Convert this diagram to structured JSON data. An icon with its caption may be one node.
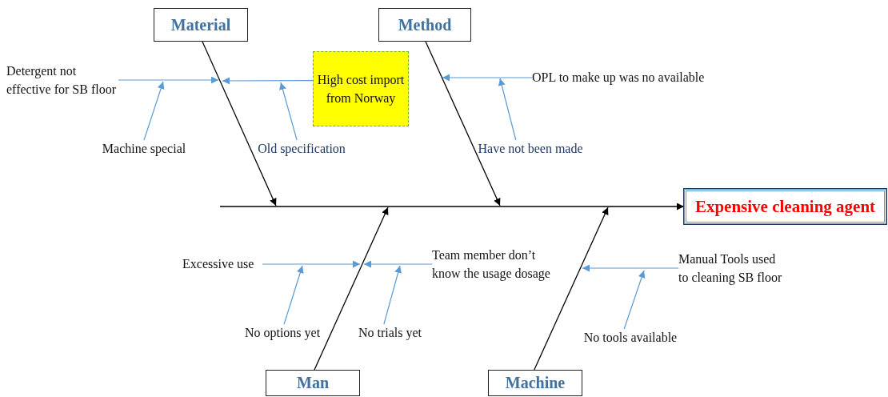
{
  "diagram": {
    "nodes": [
      {
        "text": [
          "Material"
        ]
      },
      {
        "text": [
          "Method"
        ]
      },
      {
        "text": [
          "Detergent not effective for SB floor"
        ]
      },
      {
        "text": [
          "High cost import from Norway"
        ]
      },
      {
        "text": [
          "OPL to make up was no available"
        ]
      },
      {
        "text": [
          "Machine special"
        ]
      },
      {
        "text": [
          "Old specification"
        ]
      },
      {
        "text": [
          "Have not been made"
        ]
      },
      {
        "text": [
          "Expensive cleaning agent"
        ]
      },
      {
        "text": [
          "Excessive use"
        ]
      },
      {
        "text": [
          "Team member don’t know the usage dosage"
        ]
      },
      {
        "text": [
          "Manual Tools used to cleaning SB floor"
        ]
      },
      {
        "text": [
          "No options yet"
        ]
      },
      {
        "text": [
          "No trials yet"
        ]
      },
      {
        "text": [
          "No tools available"
        ]
      },
      {
        "text": [
          "Man"
        ]
      },
      {
        "text": [
          "Machine"
        ]
      }
    ],
    "edges": [
      {
        "from": null,
        "to": 8,
        "arrow": "to",
        "color": "#000000"
      },
      {
        "from": 0,
        "to": null,
        "arrow": "to",
        "color": "#000000"
      },
      {
        "from": 1,
        "to": null,
        "arrow": "to",
        "color": "#000000"
      },
      {
        "from": 15,
        "to": null,
        "arrow": "to",
        "color": "#000000"
      },
      {
        "from": 16,
        "to": null,
        "arrow": "to",
        "color": "#000000"
      },
      {
        "from": 2,
        "to": null,
        "arrow": "to"
      },
      {
        "from": 3,
        "to": null,
        "arrow": "to"
      },
      {
        "from": 4,
        "to": null,
        "arrow": "to"
      },
      {
        "from": 5,
        "to": null,
        "arrow": "to"
      },
      {
        "from": 6,
        "to": null,
        "arrow": "to"
      },
      {
        "from": 7,
        "to": null,
        "arrow": "to"
      },
      {
        "from": 9,
        "to": null,
        "arrow": "to"
      },
      {
        "from": 10,
        "to": null,
        "arrow": "to"
      },
      {
        "from": 11,
        "to": null,
        "arrow": "to"
      },
      {
        "from": 12,
        "to": null,
        "arrow": "to"
      },
      {
        "from": 13,
        "to": null,
        "arrow": "to"
      },
      {
        "from": 14,
        "to": null,
        "arrow": "to"
      }
    ]
  }
}
